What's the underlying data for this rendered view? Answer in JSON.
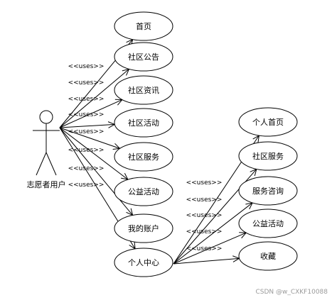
{
  "actor": {
    "name": "志愿者用户"
  },
  "stereotype": "<<uses>>",
  "use_cases": [
    {
      "id": "home",
      "label": "首页"
    },
    {
      "id": "notice",
      "label": "社区公告"
    },
    {
      "id": "news",
      "label": "社区资讯"
    },
    {
      "id": "activity",
      "label": "社区活动"
    },
    {
      "id": "service",
      "label": "社区服务"
    },
    {
      "id": "charity",
      "label": "公益活动"
    },
    {
      "id": "account",
      "label": "我的账户"
    },
    {
      "id": "center",
      "label": "个人中心"
    }
  ],
  "sub_use_cases": [
    {
      "id": "p-home",
      "label": "个人首页"
    },
    {
      "id": "p-service",
      "label": "社区服务"
    },
    {
      "id": "p-consult",
      "label": "服务咨询"
    },
    {
      "id": "p-charity",
      "label": "公益活动"
    },
    {
      "id": "p-favorite",
      "label": "收藏"
    }
  ],
  "watermark": "CSDN @w_CXKF10088",
  "colors": {
    "stroke": "#000000",
    "background": "#ffffff",
    "watermark": "#9a9a9a"
  }
}
